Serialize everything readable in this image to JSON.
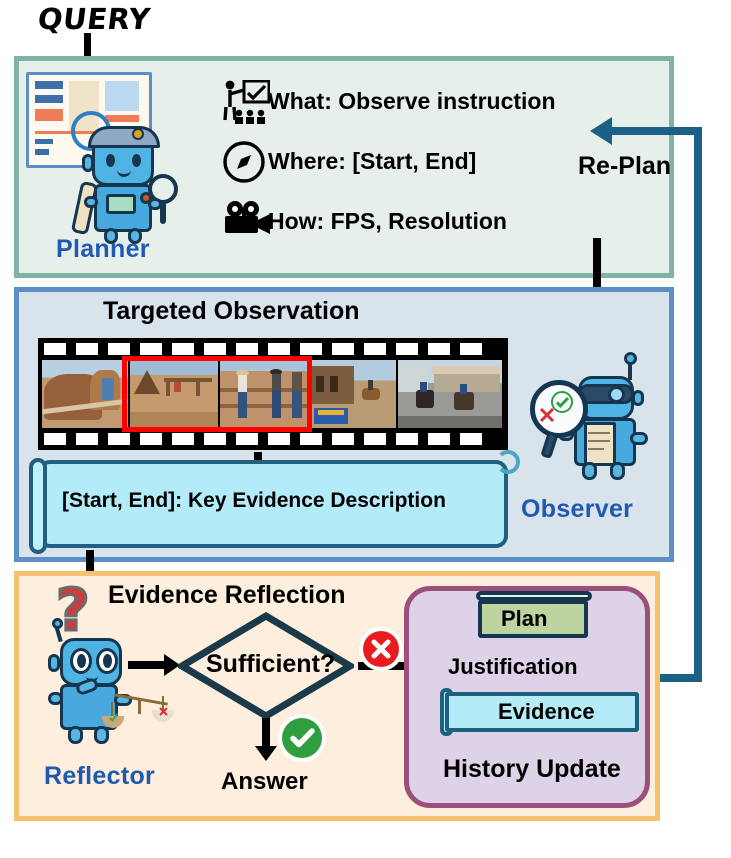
{
  "diagram": {
    "title_flow": "QUERY",
    "query_label": "QUERY",
    "replan_label": "Re-Plan"
  },
  "planner": {
    "agent_label": "Planner",
    "icons": [
      "presenter-board-icon",
      "compass-icon",
      "movie-camera-icon"
    ],
    "rows": [
      {
        "icon": "presenter-board-icon",
        "text": "What: Observe instruction"
      },
      {
        "icon": "compass-icon",
        "text": "Where: [Start, End]"
      },
      {
        "icon": "movie-camera-icon",
        "text": "How:  FPS, Resolution"
      }
    ],
    "panel_color": "#e7efeb",
    "border_color": "#7fb3a8"
  },
  "observer": {
    "section_title": "Targeted Observation",
    "agent_label": "Observer",
    "evidence_text": "[Start, End]: Key Evidence Description",
    "filmstrip": {
      "frame_count": 5,
      "highlighted_frames": [
        2,
        3
      ],
      "highlight_color": "#ff0000",
      "frames": [
        {
          "scene": "horses-at-fence"
        },
        {
          "scene": "ranch-corral-person"
        },
        {
          "scene": "cowboys-at-fence"
        },
        {
          "scene": "western-street-riders"
        },
        {
          "scene": "town-street-horseback"
        }
      ]
    },
    "panel_color": "#d9e3ec",
    "border_color": "#5d8fc4"
  },
  "reflector": {
    "section_title": "Evidence Reflection",
    "agent_label": "Reflector",
    "decision_label": "Sufficient?",
    "answer_label": "Answer",
    "justification_label": "Justification",
    "history_title": "History Update",
    "plan_card_label": "Plan",
    "evidence_card_label": "Evidence",
    "yes_badge": "check-icon",
    "no_badge": "cross-icon",
    "panel_color": "#fdeedd",
    "border_color": "#f7c26e",
    "history_border_color": "#9c4f7a",
    "history_fill_color": "#ddd2e8"
  },
  "colors": {
    "accent_blue": "#1f59b0",
    "arrow_teal": "#1a6185",
    "success_green": "#2e9e3e",
    "error_red": "#e81c1c",
    "diamond_stroke": "#1a3a4a"
  }
}
